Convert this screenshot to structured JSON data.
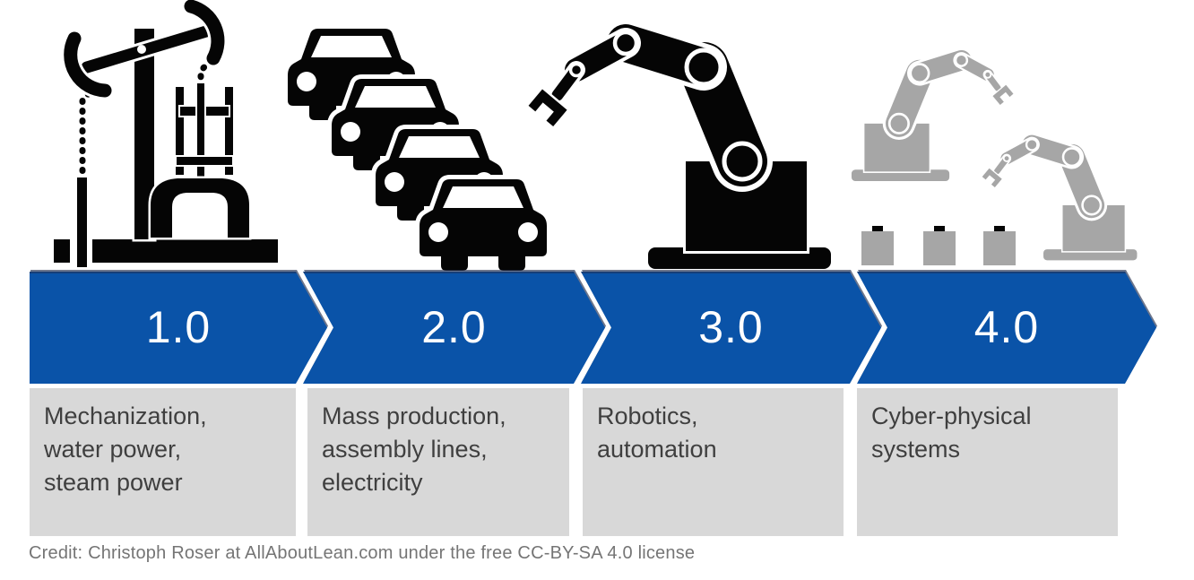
{
  "figure_name": "Industrial revolution stages diagram",
  "colors": {
    "band_blue": "#0a53a8",
    "box_gray": "#d8d8d8",
    "text_dark": "#3f3f3f",
    "credit_gray": "#757575",
    "icon_black": "#050505",
    "icon_gray": "#a6a6a6",
    "label_white": "#ffffff"
  },
  "stages": [
    {
      "number": "1.0",
      "description_lines": [
        "Mechanization,",
        "water power,",
        "steam power"
      ],
      "icon": "steam-engine-icon"
    },
    {
      "number": "2.0",
      "description_lines": [
        "Mass production,",
        "assembly lines,",
        "electricity"
      ],
      "icon": "cars-icon"
    },
    {
      "number": "3.0",
      "description_lines": [
        "Robotics,",
        "automation"
      ],
      "icon": "robot-arm-icon"
    },
    {
      "number": "4.0",
      "description_lines": [
        "Cyber-physical",
        "systems"
      ],
      "icon": "cyber-robots-icon"
    }
  ],
  "credit": "Credit: Christoph Roser at AllAboutLean.com under the free CC-BY-SA 4.0 license"
}
